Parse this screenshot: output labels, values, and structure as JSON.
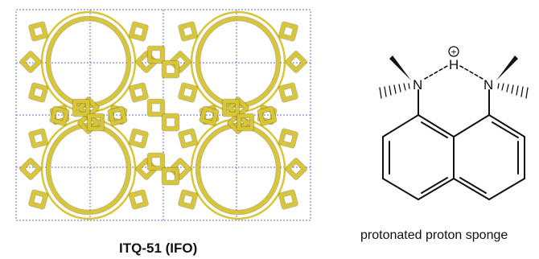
{
  "figure": {
    "left_panel": {
      "caption": "ITQ-51 (IFO)"
    },
    "right_panel": {
      "caption": "protonated  proton sponge",
      "atoms": {
        "hydrogen": "H",
        "charge": "+",
        "nitrogen_left": "N",
        "nitrogen_right": "N"
      }
    },
    "colors": {
      "framework": "#d9c637",
      "framework_edge": "#8a7d1c",
      "unit_cell": "#6b6bd6",
      "bonds": "#111111"
    }
  }
}
